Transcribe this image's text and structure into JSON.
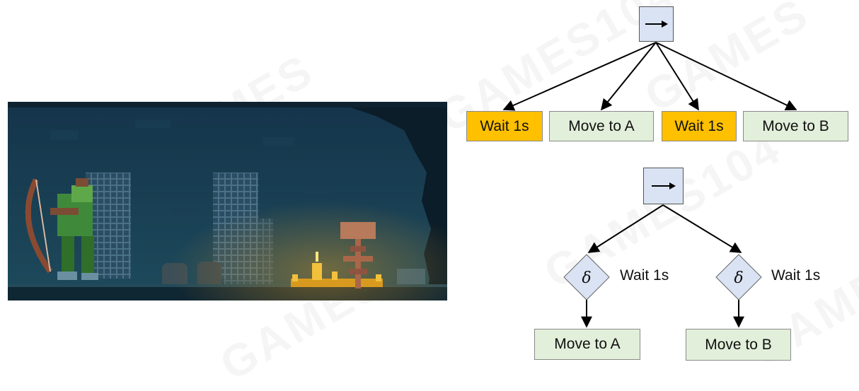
{
  "scene": {
    "illustration": "pixel-art dungeon: archer drawing a bow, training dummy, lit candles"
  },
  "tree_top": {
    "root_icon": "sequence-arrow-icon",
    "children": [
      {
        "label": "Wait 1s",
        "kind": "wait",
        "color": "#ffc000"
      },
      {
        "label": "Move to A",
        "kind": "move",
        "color": "#e2efda"
      },
      {
        "label": "Wait 1s",
        "kind": "wait",
        "color": "#ffc000"
      },
      {
        "label": "Move to B",
        "kind": "move",
        "color": "#e2efda"
      }
    ]
  },
  "tree_bottom": {
    "root_icon": "sequence-arrow-icon",
    "branches": [
      {
        "decorator_symbol": "δ",
        "decorator_label": "Wait 1s",
        "leaf": "Move to A"
      },
      {
        "decorator_symbol": "δ",
        "decorator_label": "Wait 1s",
        "leaf": "Move to B"
      }
    ]
  },
  "colors": {
    "sequence_node": "#dae3f3",
    "decorator_node": "#dae3f3",
    "wait_node": "#ffc000",
    "move_node": "#e2efda"
  }
}
